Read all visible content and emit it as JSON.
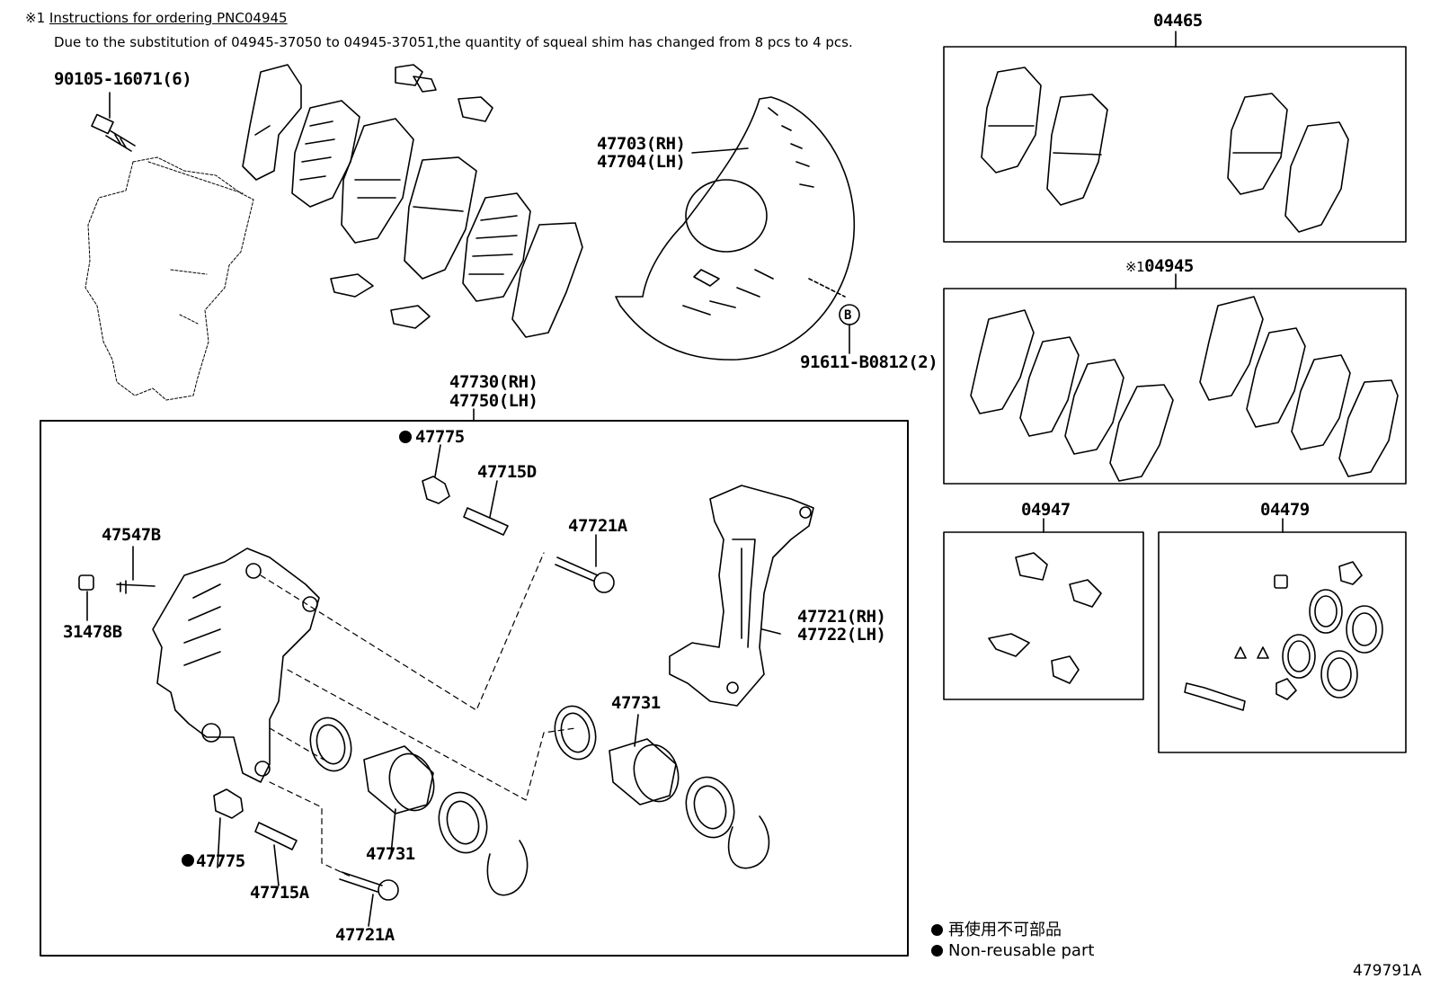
{
  "header": {
    "note_mark": "※1",
    "note_title": "Instructions for ordering PNC04945",
    "note_body": "Due to the substitution of 04945-37050 to 04945-37051,the quantity of squeal shim has changed from 8 pcs to 4 pcs."
  },
  "labels": {
    "bolt_top": "90105-16071(6)",
    "dust_cover_rh": "47703(RH)",
    "dust_cover_lh": "47704(LH)",
    "callout_b": "B",
    "screw_b": "91611-B0812(2)",
    "caliper_rh": "47730(RH)",
    "caliper_lh": "47750(LH)",
    "boot_top": "47775",
    "pin_top": "47715D",
    "bolt_mid": "47721A",
    "bleeder": "47547B",
    "cap": "31478B",
    "mount_rh": "47721(RH)",
    "mount_lh": "47722(LH)",
    "piston_right": "47731",
    "boot_bottom": "47775",
    "piston_left": "47731",
    "pin_bottom": "47715A",
    "bolt_bottom": "47721A"
  },
  "kits": {
    "pads": "04465",
    "shims_mark": "※1",
    "shims": "04945",
    "clips": "04947",
    "seal_kit": "04479"
  },
  "legend": {
    "jp": "再使用不可部品",
    "en": "Non-reusable part"
  },
  "figure_id": "479791A",
  "colors": {
    "ink": "#000000",
    "paper": "#ffffff"
  }
}
